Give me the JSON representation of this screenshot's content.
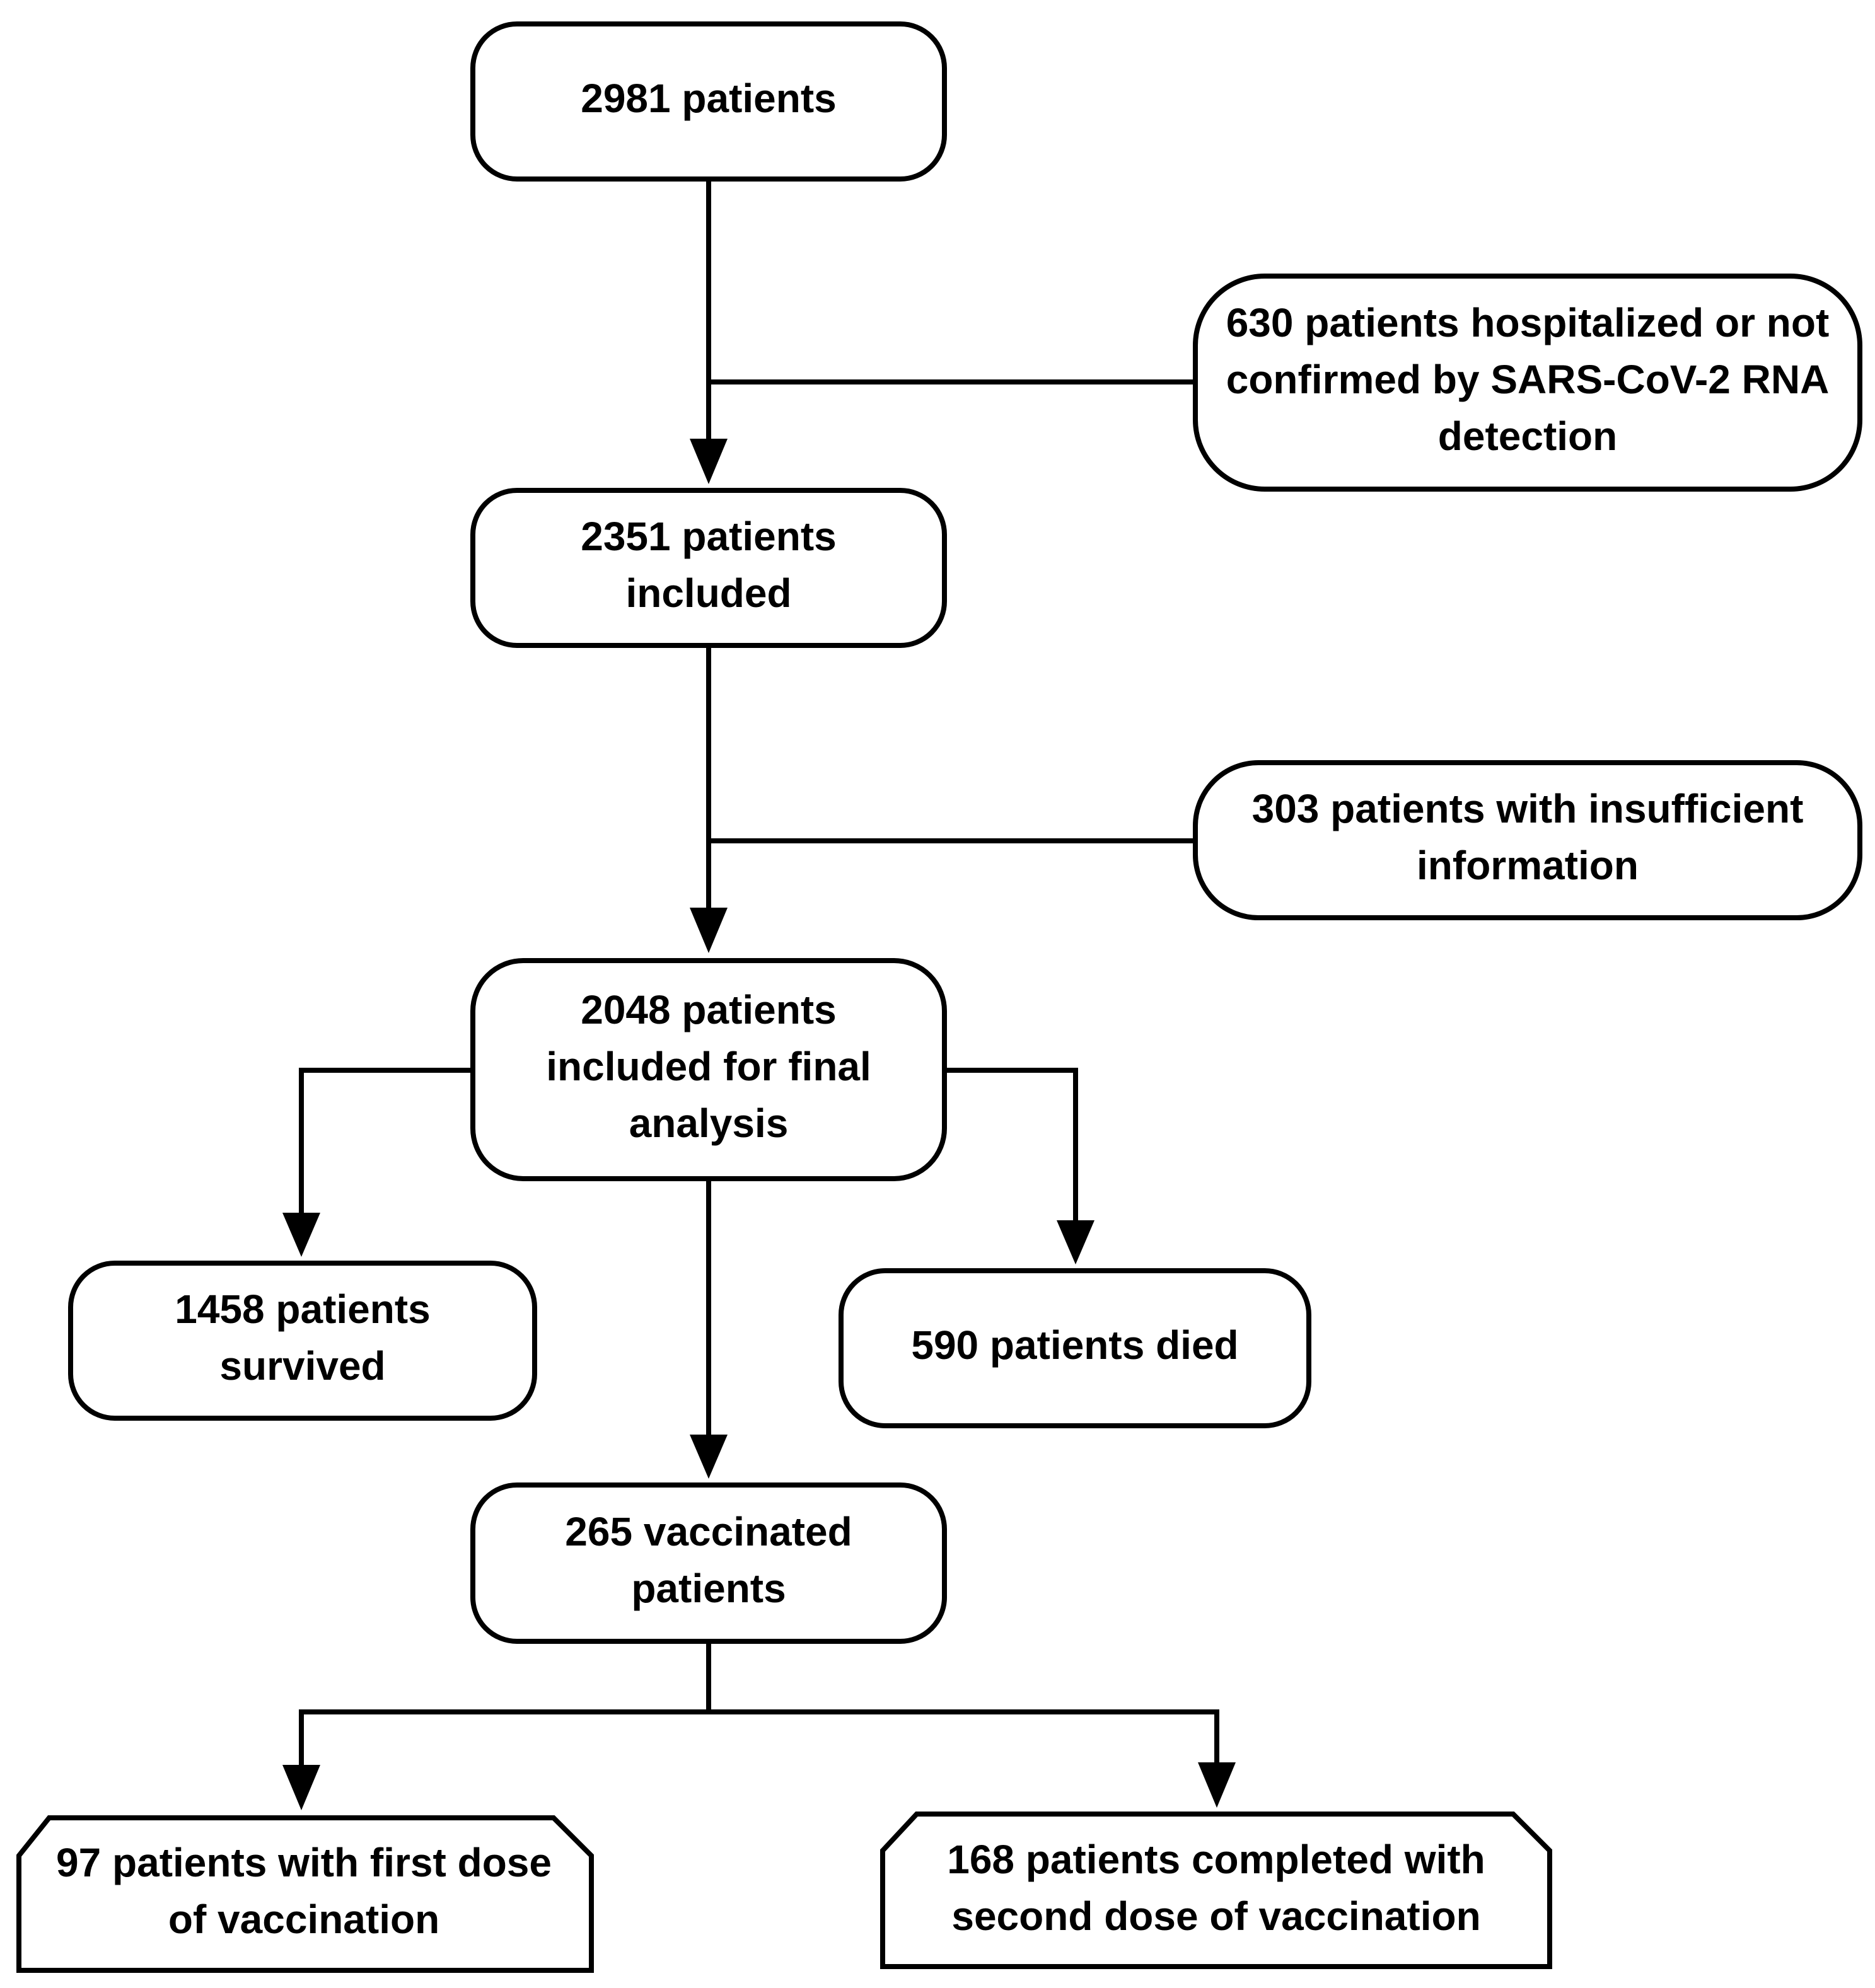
{
  "nodes": {
    "start": {
      "lines": [
        "2981 patients"
      ]
    },
    "excluded1": {
      "lines": [
        "630 patients hospitalized or not",
        "confirmed by SARS-CoV-2 RNA",
        "detection"
      ]
    },
    "included": {
      "lines": [
        "2351 patients",
        "included"
      ]
    },
    "excluded2": {
      "lines": [
        "303 patients with insufficient",
        "information"
      ]
    },
    "final": {
      "lines": [
        "2048 patients",
        "included for final",
        "analysis"
      ]
    },
    "survived": {
      "lines": [
        "1458 patients",
        "survived"
      ]
    },
    "died": {
      "lines": [
        "590 patients died"
      ]
    },
    "vaccinated": {
      "lines": [
        "265 vaccinated",
        "patients"
      ]
    },
    "first_dose": {
      "lines": [
        "97 patients with first dose",
        "of vaccination"
      ]
    },
    "second_dose": {
      "lines": [
        "168 patients completed with",
        "second dose of vaccination"
      ]
    }
  },
  "colors": {
    "stroke": "#000000",
    "fill": "#ffffff",
    "text": "#000000"
  }
}
